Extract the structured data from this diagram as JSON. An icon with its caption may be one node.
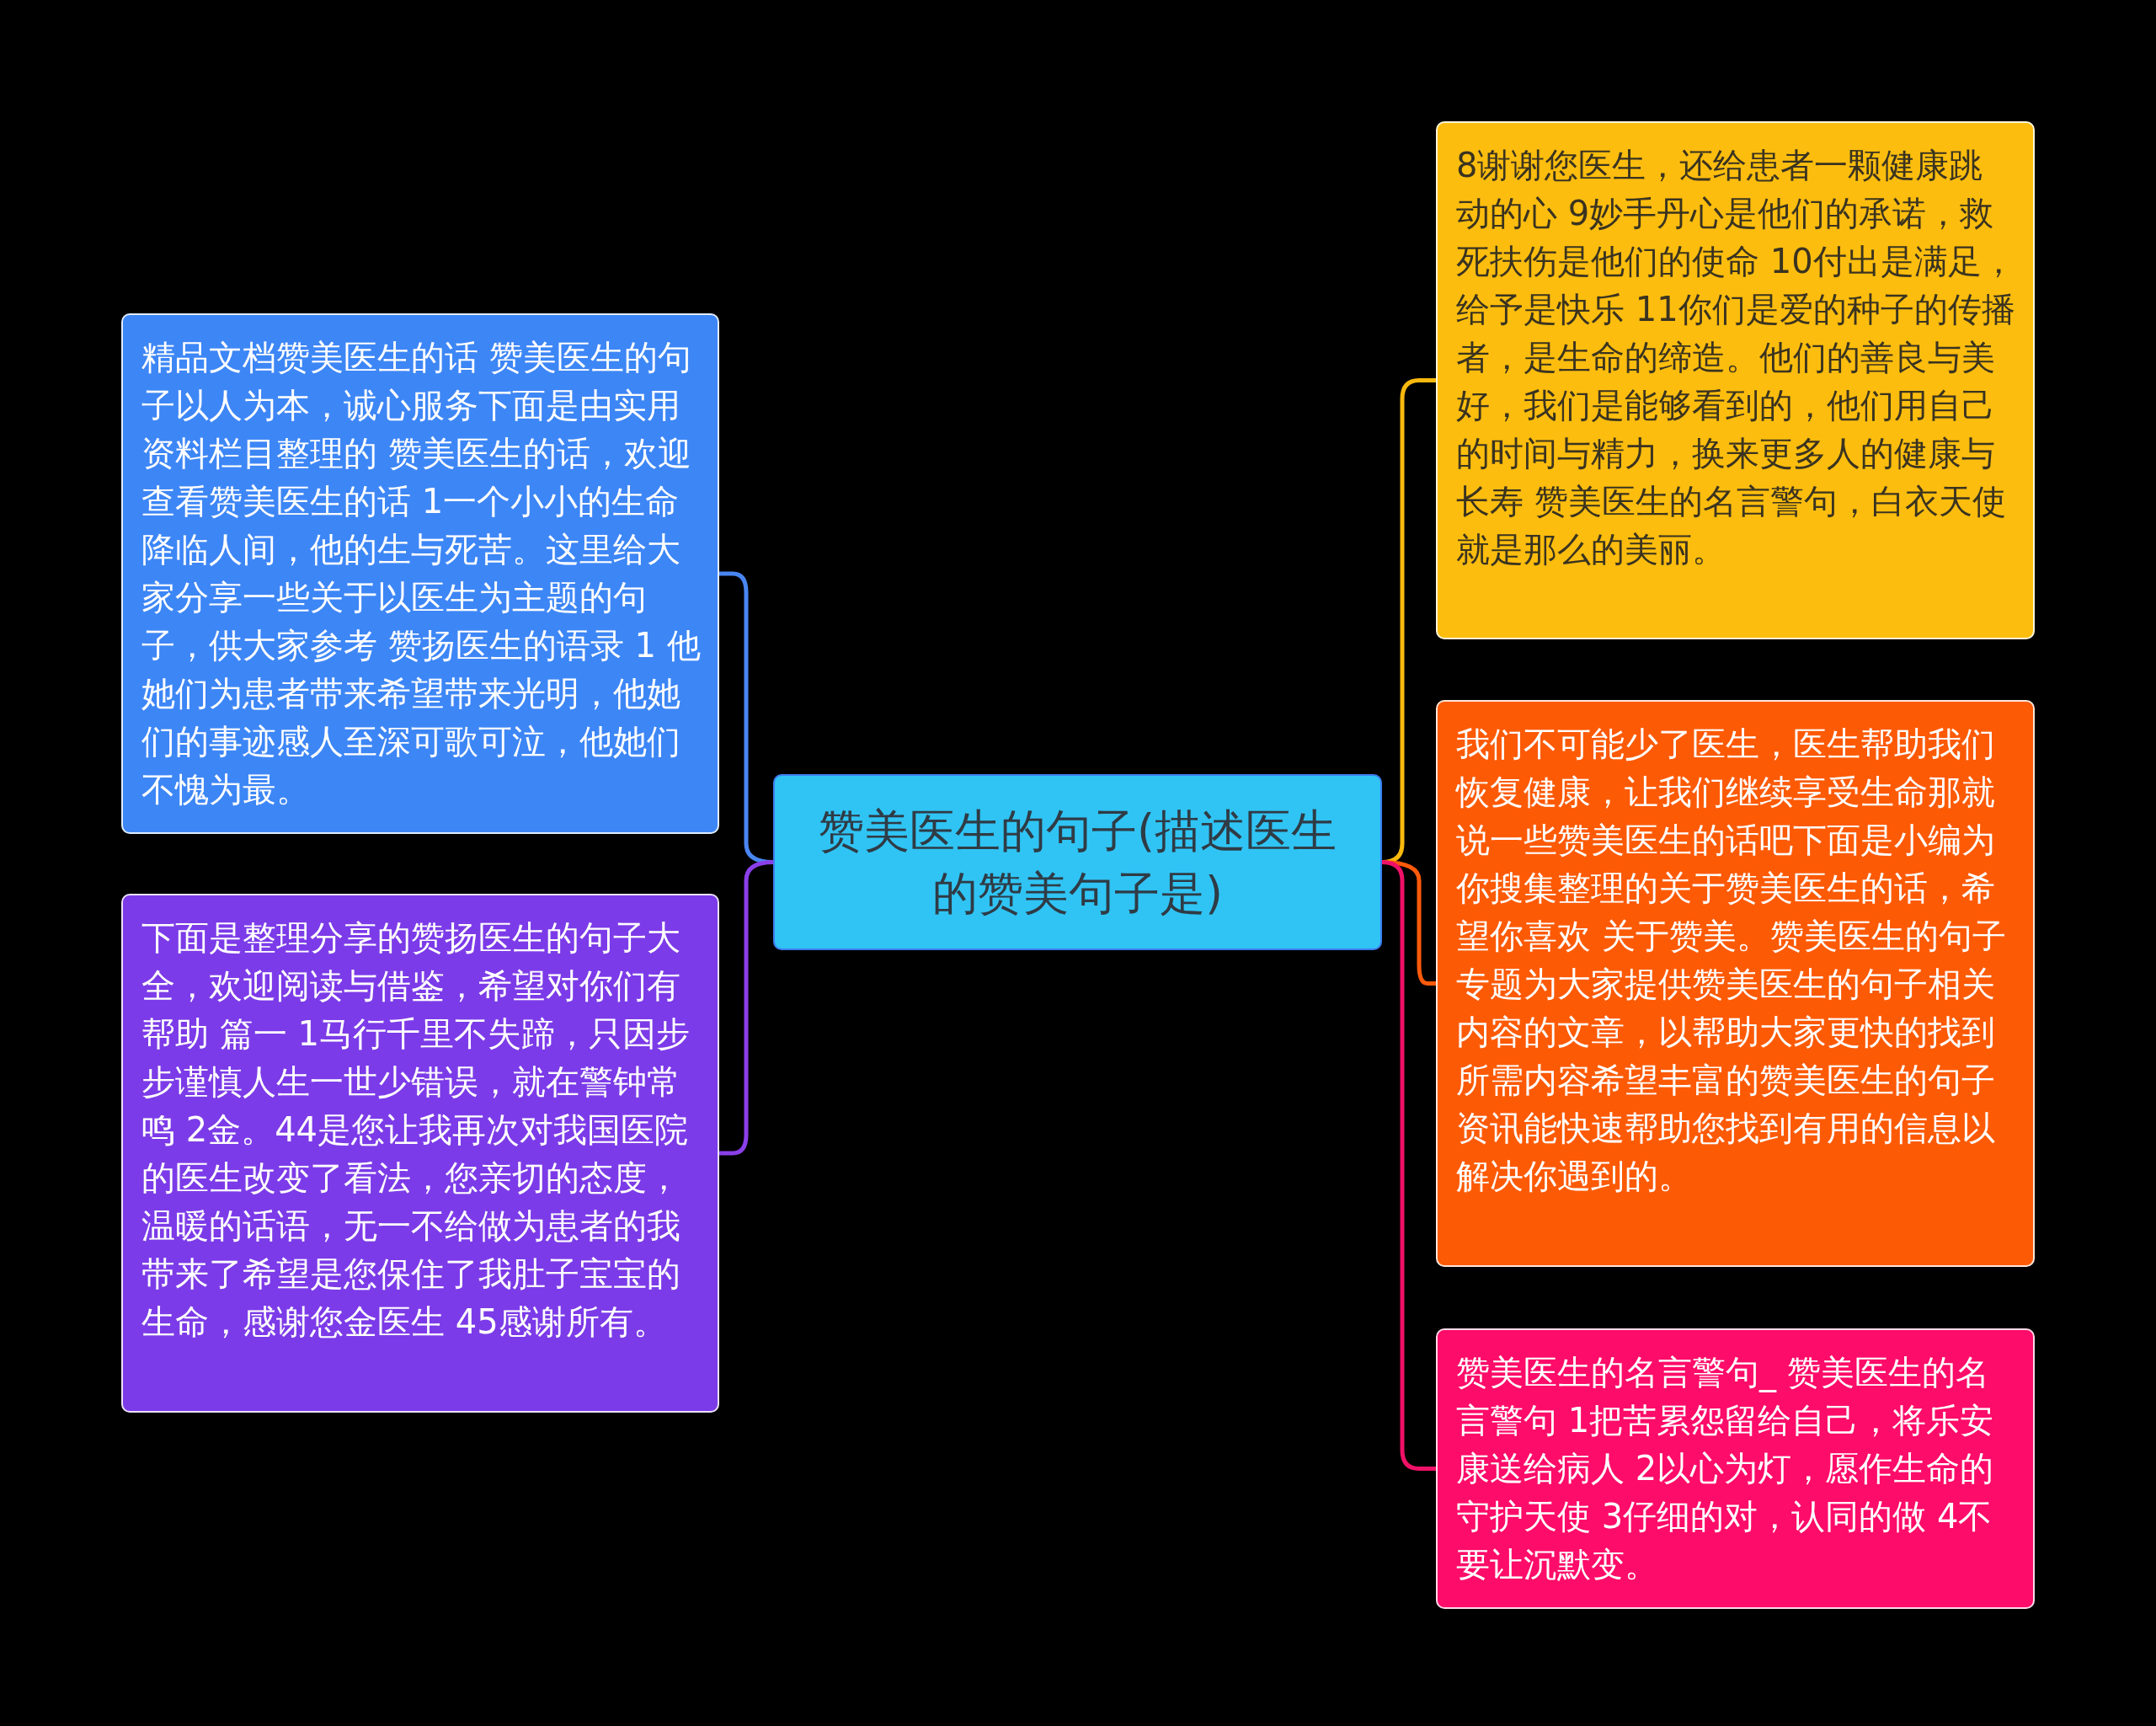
{
  "diagram": {
    "nodes": [
      {
        "text": [
          "赞美医生的句子(描述医生的赞美句子是)"
        ]
      },
      {
        "text": [
          "精品文档赞美医生的话 赞美医生的句子以人为本，诚心服务下面是由实用资料栏目整理的 赞美医生的话，欢迎查看赞美医生的话 1一个小小的生命降临人间，他的生与死苦。这里给大家分享一些关于以医生为主题的句子，供大家参考 赞扬医生的语录 1 他她们为患者带来希望带来光明，他她们的事迹感人至深可歌可泣，他她们不愧为最。"
        ]
      },
      {
        "text": [
          "下面是整理分享的赞扬医生的句子大全，欢迎阅读与借鉴，希望对你们有帮助  篇一  1马行千里不失蹄，只因步步谨慎人生一世少错误，就在警钟常鸣 2金。44是您让我再次对我国医院的医生改变了看法，您亲切的态度，温暖的话语，无一不给做为患者的我带来了希望是您保住了我肚子宝宝的生命，感谢您金医生 45感谢所有。"
        ]
      },
      {
        "text": [
          "8谢谢您医生，还给患者一颗健康跳动的心 9妙手丹心是他们的承诺，救死扶伤是他们的使命 10付出是满足，给予是快乐 11你们是爱的种子的传播者，是生命的缔造。他们的善良与美好，我们是能够看到的，他们用自己的时间与精力，换来更多人的健康与长寿 赞美医生的名言警句，白衣天使就是那么的美丽。"
        ]
      },
      {
        "text": [
          "我们不可能少了医生，医生帮助我们恢复健康，让我们继续享受生命那就说一些赞美医生的话吧下面是小编为你搜集整理的关于赞美医生的话，希望你喜欢 关于赞美。赞美医生的句子专题为大家提供赞美医生的句子相关内容的文章，以帮助大家更快的找到所需内容希望丰富的赞美医生的句子资讯能快速帮助您找到有用的信息以解决你遇到的。"
        ]
      },
      {
        "text": [
          "赞美医生的名言警句_ 赞美医生的名言警句 1把苦累怨留给自己，将乐安康送给病人 2以心为灯，愿作生命的守护天使 3仔细的对，认同的做 4不要让沉默变。"
        ]
      }
    ],
    "edges": [
      {
        "from": 0,
        "to": 1,
        "arrow": "none",
        "color": "#4a86f2"
      },
      {
        "from": 0,
        "to": 2,
        "arrow": "none",
        "color": "#8b3fe9"
      },
      {
        "from": 0,
        "to": 3,
        "arrow": "none",
        "color": "#f8b90e"
      },
      {
        "from": 0,
        "to": 4,
        "arrow": "none",
        "color": "#fb5a0a"
      },
      {
        "from": 0,
        "to": 5,
        "arrow": "none",
        "color": "#ef1167"
      }
    ]
  }
}
